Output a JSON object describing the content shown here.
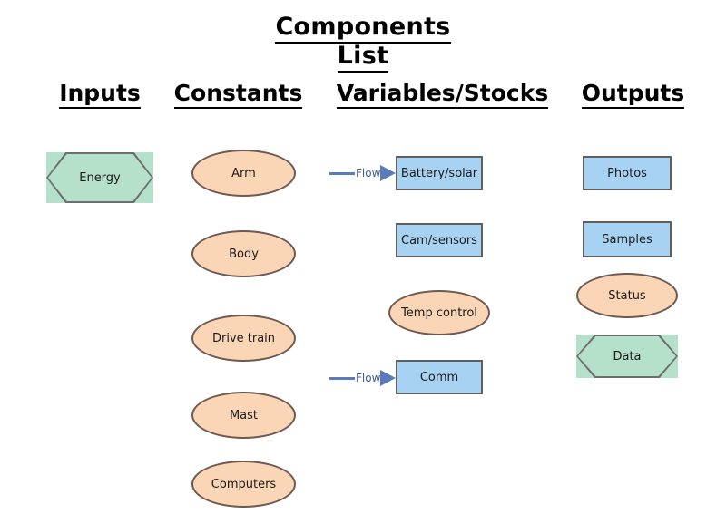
{
  "title": {
    "line1": "Components",
    "line2": "List"
  },
  "columns": {
    "inputs": "Inputs",
    "constants": "Constants",
    "variables": "Variables/Stocks",
    "outputs": "Outputs"
  },
  "nodes": {
    "inputs": [
      {
        "label": "Energy",
        "shape": "hexagon"
      }
    ],
    "constants": [
      {
        "label": "Arm",
        "shape": "ellipse"
      },
      {
        "label": "Body",
        "shape": "ellipse"
      },
      {
        "label": "Drive train",
        "shape": "ellipse"
      },
      {
        "label": "Mast",
        "shape": "ellipse"
      },
      {
        "label": "Computers",
        "shape": "ellipse"
      }
    ],
    "variables": [
      {
        "label": "Battery/solar",
        "shape": "rectangle"
      },
      {
        "label": "Cam/sensors",
        "shape": "rectangle"
      },
      {
        "label": "Temp control",
        "shape": "ellipse"
      },
      {
        "label": "Comm",
        "shape": "rectangle"
      }
    ],
    "outputs": [
      {
        "label": "Photos",
        "shape": "rectangle"
      },
      {
        "label": "Samples",
        "shape": "rectangle"
      },
      {
        "label": "Status",
        "shape": "ellipse"
      },
      {
        "label": "Data",
        "shape": "hexagon"
      }
    ]
  },
  "flows": [
    {
      "label": "Flow",
      "target": "Battery/solar"
    },
    {
      "label": "Flow",
      "target": "Comm"
    }
  ],
  "colors": {
    "input_hexagon_fill": "#b5e0c9",
    "constant_ellipse_fill": "#fbd6b6",
    "variable_rect_fill": "#a8d2f2",
    "rect_border": "#5f5f5f",
    "ellipse_border": "#6e5a52",
    "flow_arrow": "#5b7cba",
    "flow_label": "#3f5d99",
    "text": "#1a1a1a",
    "background": "#ffffff"
  }
}
